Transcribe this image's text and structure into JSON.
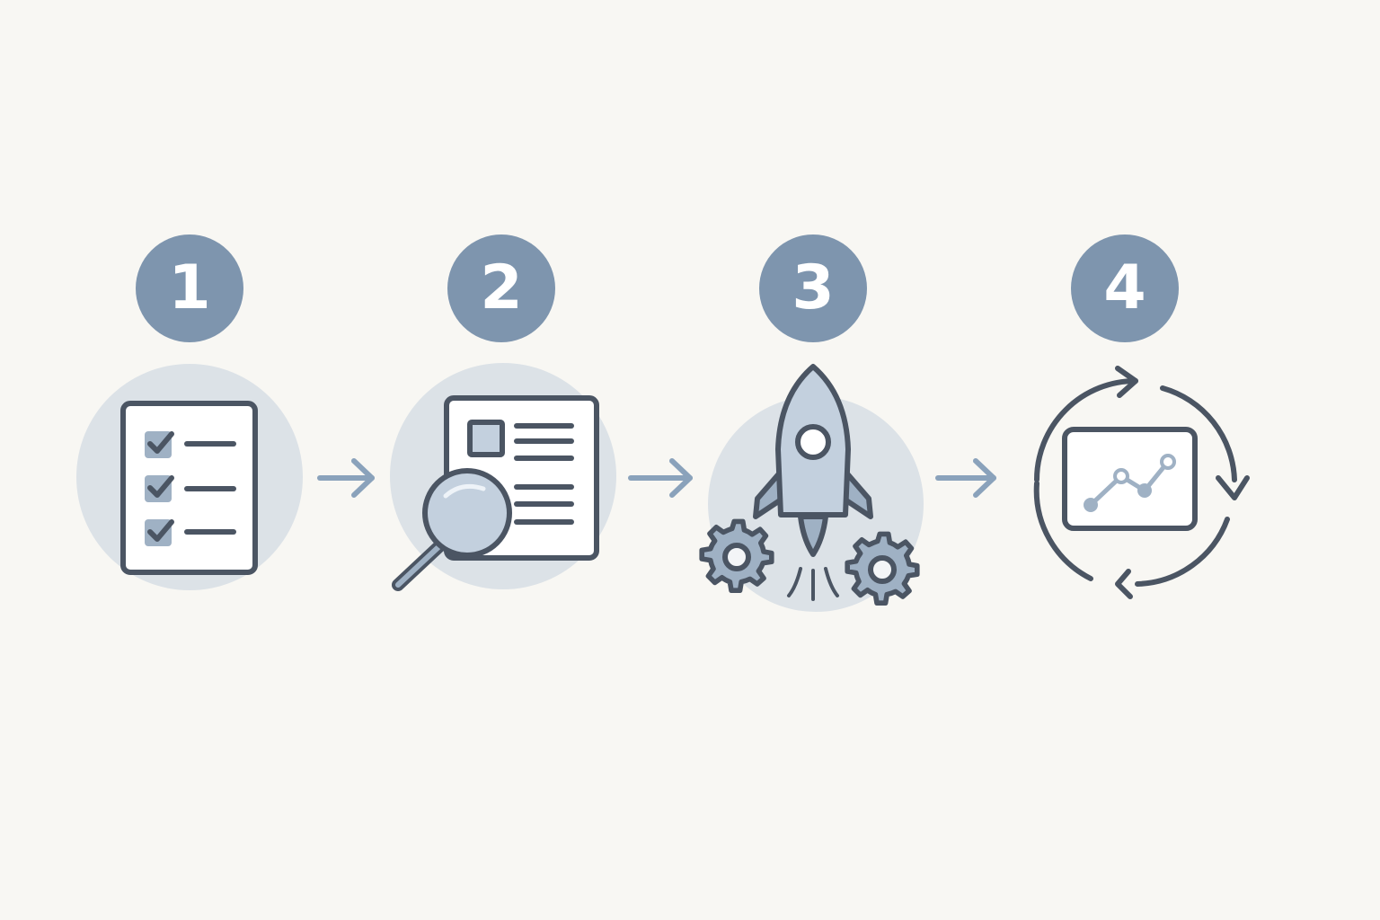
{
  "colors": {
    "background": "#f8f7f3",
    "badge": "#7e95ae",
    "halo": "#dce2e7",
    "stroke": "#4b5563",
    "fill_light": "#c3d0de",
    "fill_mid": "#9fb1c4",
    "arrow": "#8aa2bb"
  },
  "steps": [
    {
      "number": "1",
      "icon": "checklist-icon"
    },
    {
      "number": "2",
      "icon": "document-search-icon"
    },
    {
      "number": "3",
      "icon": "rocket-launch-icon"
    },
    {
      "number": "4",
      "icon": "chart-cycle-icon"
    }
  ],
  "connectors": [
    "arrow-right-icon",
    "arrow-right-icon",
    "arrow-right-icon"
  ]
}
